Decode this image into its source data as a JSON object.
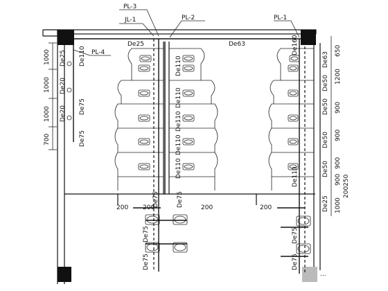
{
  "labels": {
    "pl1": "PL-1",
    "pl2": "PL-2",
    "pl3": "PL-3",
    "pl4": "PL-4",
    "jl1": "JL-1",
    "de25": "De25",
    "de63": "De63",
    "de160": "De160",
    "de110": "De110",
    "de75": "De75",
    "de50": "De50",
    "de20": "De20"
  },
  "dims_left": [
    "1000",
    "1000",
    "1000",
    "700"
  ],
  "dims_right": [
    "650",
    "1200",
    "900",
    "900",
    "900",
    "900",
    "200250",
    "1000"
  ],
  "dims_bottom": [
    "200",
    "200",
    "200",
    "200"
  ],
  "watermark": "..."
}
